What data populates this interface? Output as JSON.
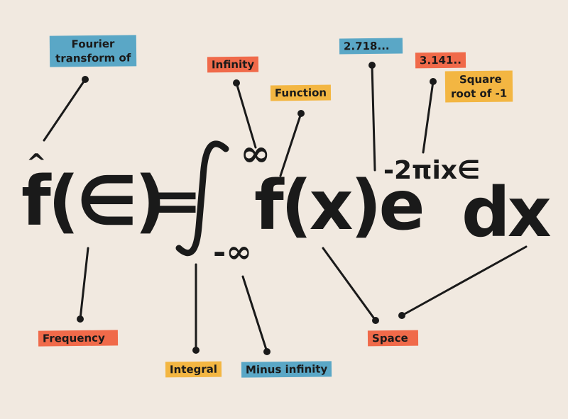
{
  "labels": {
    "fourier_line1": "Fourier",
    "fourier_line2": "transform of",
    "infinity": "Infinity",
    "function": "Function",
    "e_value": "2.718...",
    "pi_value": "3.141..",
    "sqrt_line1": "Square",
    "sqrt_line2": "root of -1",
    "frequency": "Frequency",
    "integral": "Integral",
    "minus_infinity": "Minus infinity",
    "space": "Space"
  },
  "equation": {
    "hat": "^",
    "f_xi": "f(∈)",
    "equals": "=",
    "integral_sign": "∫",
    "upper_limit": "∞",
    "lower_limit": "-∞",
    "integrand": "f(x)e",
    "exponent": "-2πix∈",
    "differential": "dx"
  },
  "colors": {
    "background": "#f1e9e0",
    "blue": "#5aa7c6",
    "red": "#f06a4a",
    "yellow": "#f3b642",
    "ink": "#1a1a1a"
  }
}
